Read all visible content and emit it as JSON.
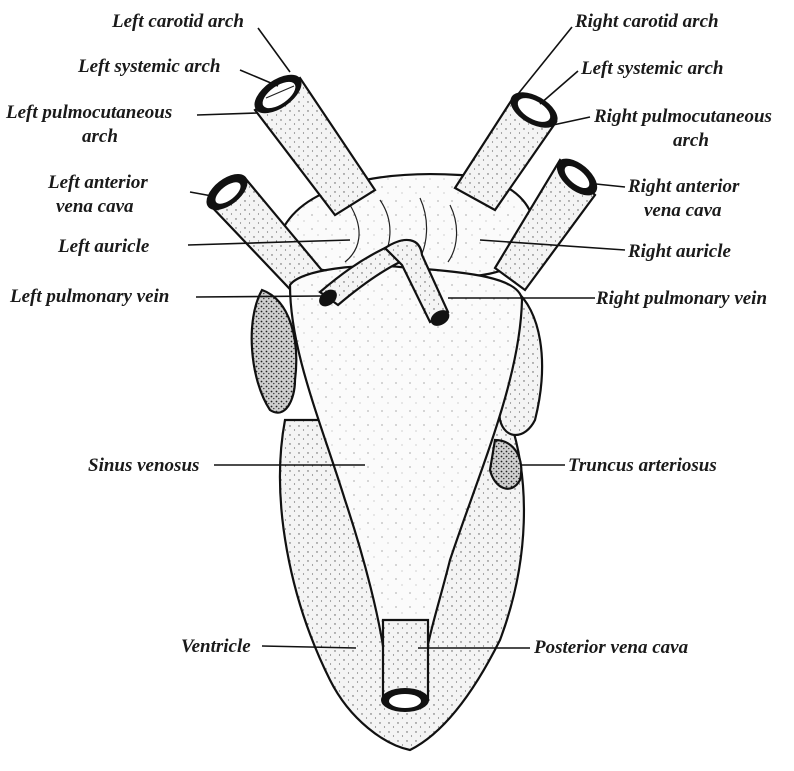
{
  "labels": {
    "left_carotid_arch": "Left carotid arch",
    "left_systemic_arch_left": "Left systemic arch",
    "left_pulmocutaneous_line1": "Left pulmocutaneous",
    "left_pulmocutaneous_line2": "arch",
    "left_anterior_vena_cava_line1": "Left anterior",
    "left_anterior_vena_cava_line2": "vena cava",
    "left_auricle": "Left auricle",
    "left_pulmonary_vein": "Left pulmonary vein",
    "sinus_venosus": "Sinus venosus",
    "ventricle": "Ventricle",
    "right_carotid_arch": "Right carotid arch",
    "left_systemic_arch_right": "Left systemic arch",
    "right_pulmocutaneous_line1": "Right pulmocutaneous",
    "right_pulmocutaneous_line2": "arch",
    "right_anterior_vena_cava_line1": "Right anterior",
    "right_anterior_vena_cava_line2": "vena cava",
    "right_auricle": "Right auricle",
    "right_pulmonary_vein": "Right pulmonary vein",
    "truncus_arteriosus": "Truncus arteriosus",
    "posterior_vena_cava": "Posterior vena cava"
  }
}
